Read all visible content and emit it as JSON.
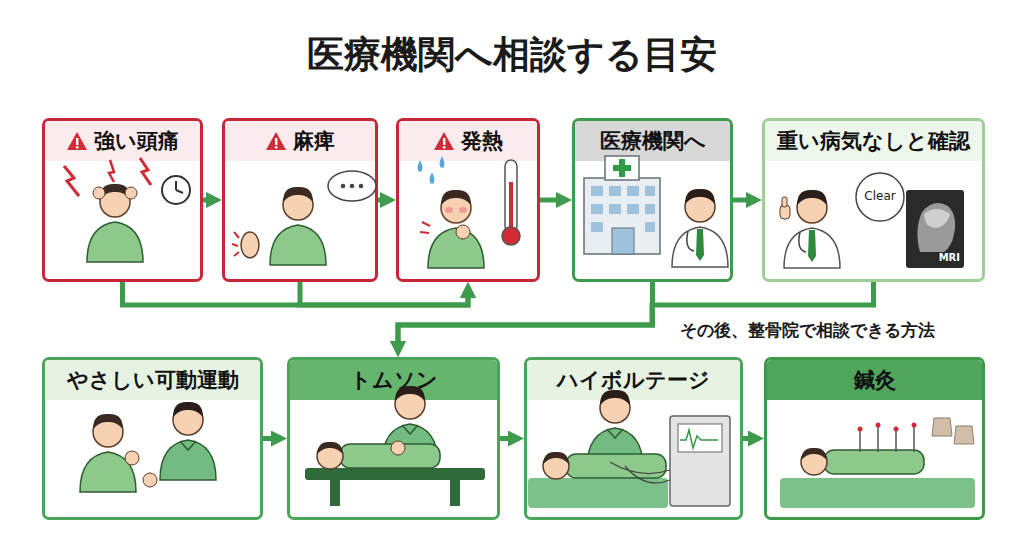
{
  "diagram": {
    "title": "医療機関へ相談する目安",
    "nodes": [
      {
        "text": [
          "強い頭痛"
        ]
      },
      {
        "text": [
          "麻痺"
        ]
      },
      {
        "text": [
          "発熱"
        ]
      },
      {
        "text": [
          "医療機関へ"
        ]
      },
      {
        "text": [
          "重い病気なしと確認"
        ]
      },
      {
        "text": [
          "やさしい可動運動"
        ]
      },
      {
        "text": [
          "トムソン"
        ]
      },
      {
        "text": [
          "ハイボルテージ"
        ]
      },
      {
        "text": [
          "鍼灸"
        ]
      }
    ],
    "edges": [
      {
        "from": 0,
        "to": 1,
        "arrow": "to"
      },
      {
        "from": 1,
        "to": 2,
        "arrow": "to"
      },
      {
        "from": 2,
        "to": 3,
        "arrow": "to"
      },
      {
        "from": 3,
        "to": 4,
        "arrow": "to"
      },
      {
        "from": 0,
        "to": 2,
        "arrow": "to"
      },
      {
        "from": 1,
        "to": 2,
        "arrow": "to"
      },
      {
        "from": 3,
        "to": 6,
        "arrow": "to"
      },
      {
        "from": 4,
        "to": 6,
        "arrow": "to"
      },
      {
        "from": 5,
        "to": 6,
        "arrow": "to"
      },
      {
        "from": 6,
        "to": 7,
        "arrow": "to"
      },
      {
        "from": 7,
        "to": 8,
        "arrow": "to"
      }
    ],
    "labels": [
      "その後、整骨院で相談できる方法",
      "Clear",
      "MRI"
    ]
  }
}
